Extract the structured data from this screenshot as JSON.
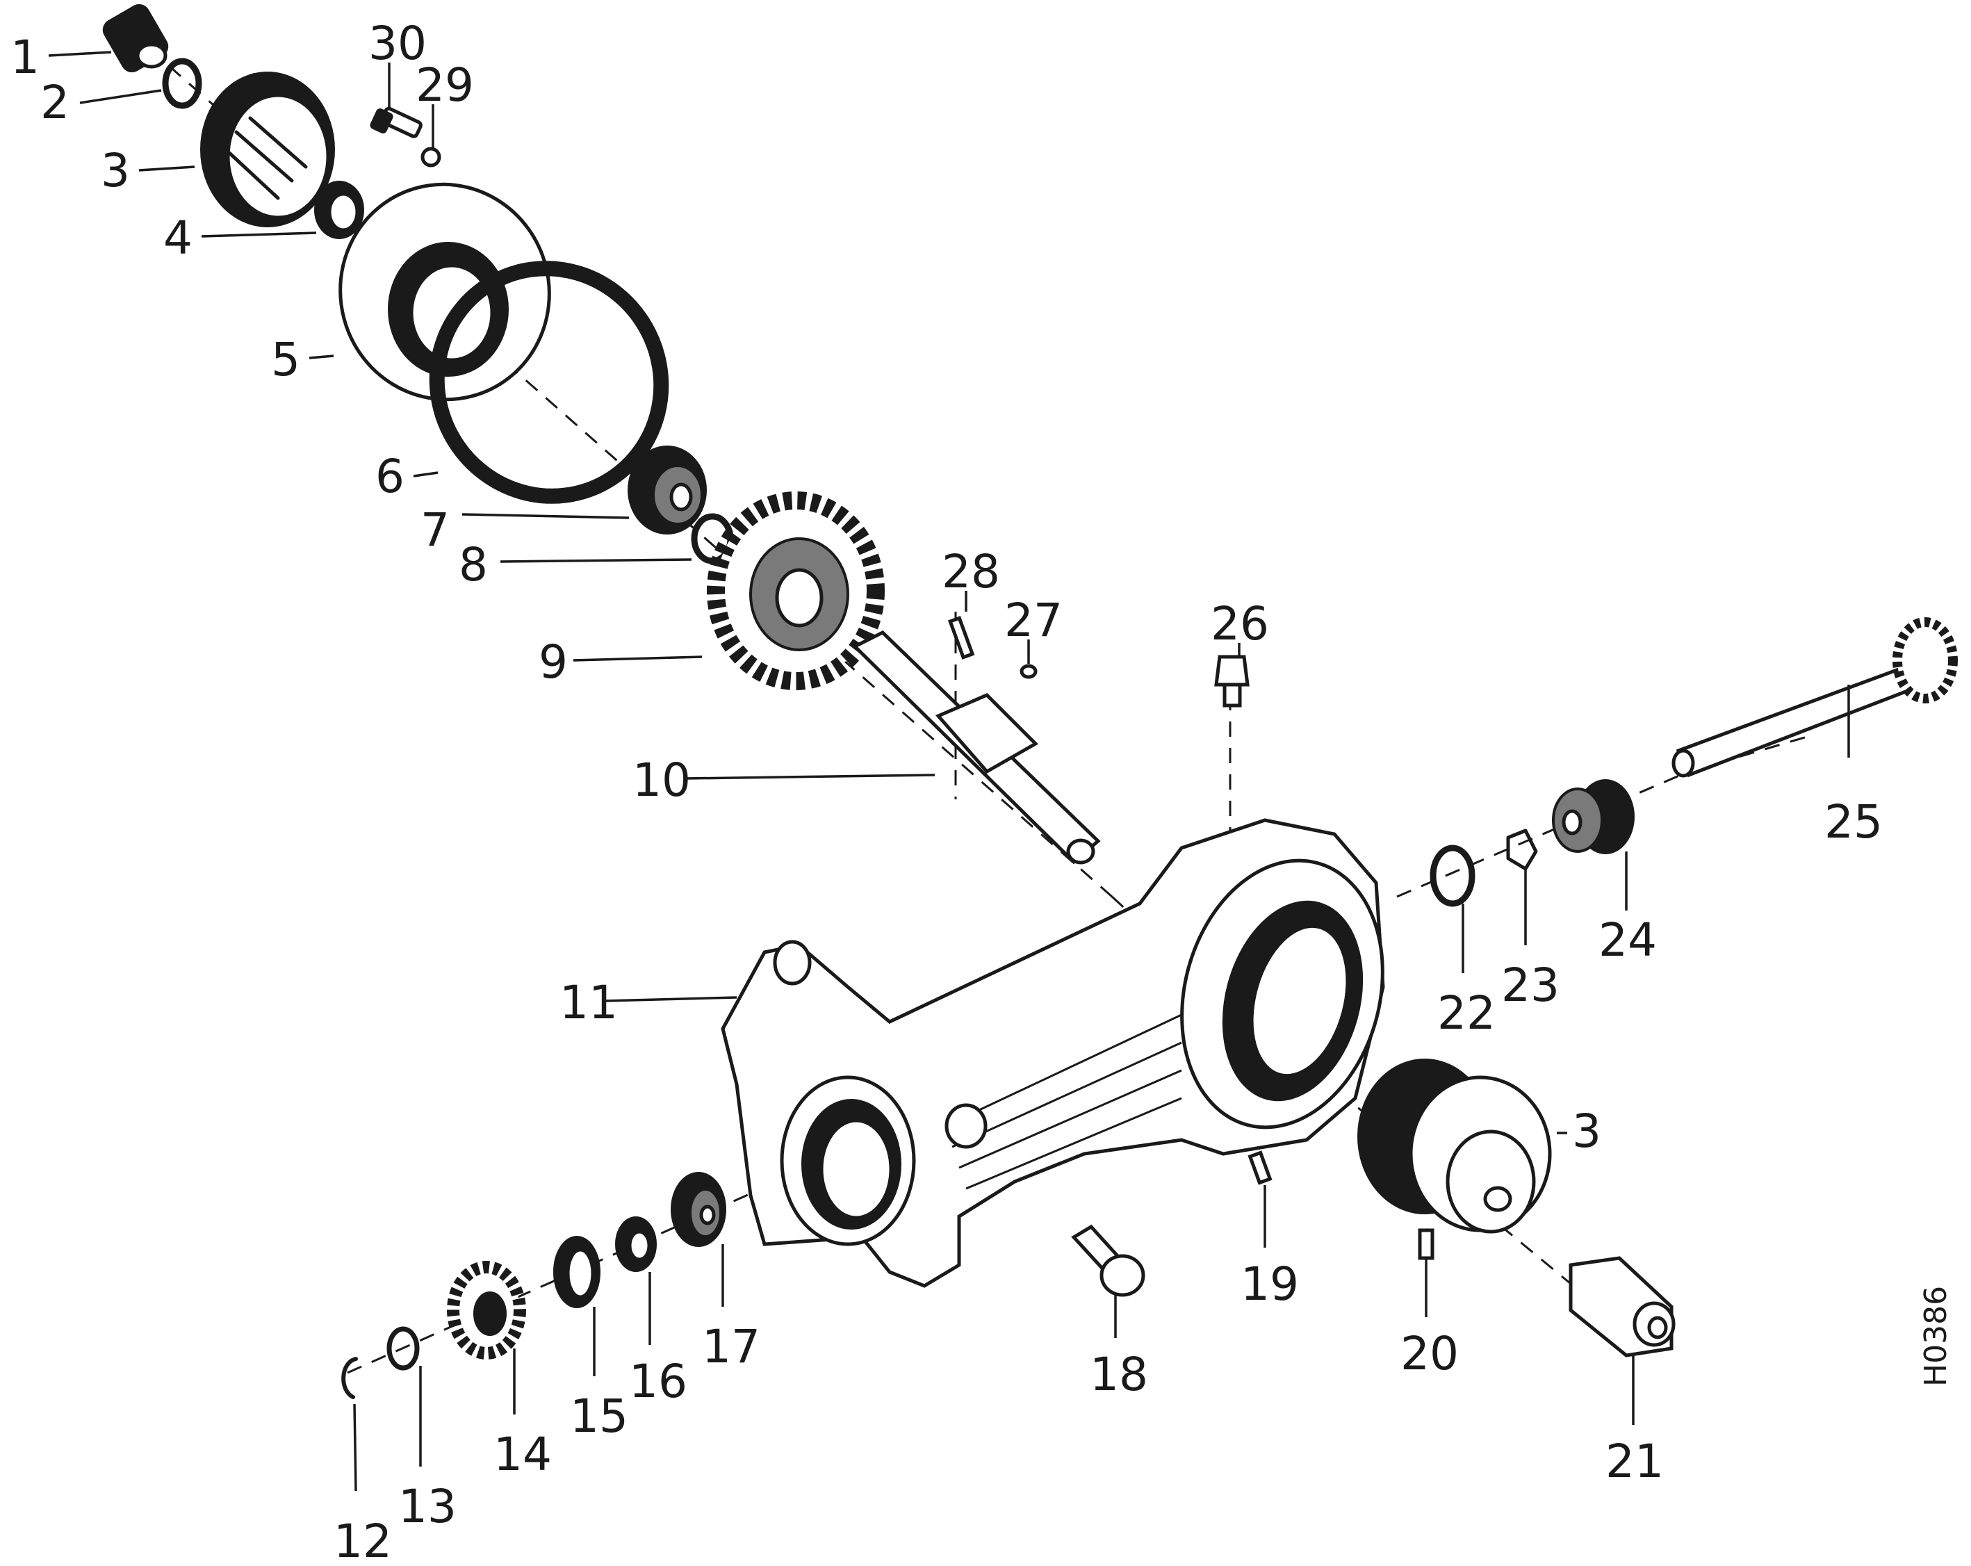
{
  "drawing_ref": "H0386",
  "parts": [
    {
      "id": "p1",
      "label": "1"
    },
    {
      "id": "p2",
      "label": "2"
    },
    {
      "id": "p3a",
      "label": "3"
    },
    {
      "id": "p3b",
      "label": "3"
    },
    {
      "id": "p4",
      "label": "4"
    },
    {
      "id": "p5",
      "label": "5"
    },
    {
      "id": "p6",
      "label": "6"
    },
    {
      "id": "p7",
      "label": "7"
    },
    {
      "id": "p8",
      "label": "8"
    },
    {
      "id": "p9",
      "label": "9"
    },
    {
      "id": "p10",
      "label": "10"
    },
    {
      "id": "p11",
      "label": "11"
    },
    {
      "id": "p12",
      "label": "12"
    },
    {
      "id": "p13",
      "label": "13"
    },
    {
      "id": "p14",
      "label": "14"
    },
    {
      "id": "p15",
      "label": "15"
    },
    {
      "id": "p16",
      "label": "16"
    },
    {
      "id": "p17",
      "label": "17"
    },
    {
      "id": "p18",
      "label": "18"
    },
    {
      "id": "p19",
      "label": "19"
    },
    {
      "id": "p20",
      "label": "20"
    },
    {
      "id": "p21",
      "label": "21"
    },
    {
      "id": "p22",
      "label": "22"
    },
    {
      "id": "p23",
      "label": "23"
    },
    {
      "id": "p24",
      "label": "24"
    },
    {
      "id": "p25",
      "label": "25"
    },
    {
      "id": "p26",
      "label": "26"
    },
    {
      "id": "p27",
      "label": "27"
    },
    {
      "id": "p28",
      "label": "28"
    },
    {
      "id": "p29",
      "label": "29"
    },
    {
      "id": "p30",
      "label": "30"
    }
  ]
}
